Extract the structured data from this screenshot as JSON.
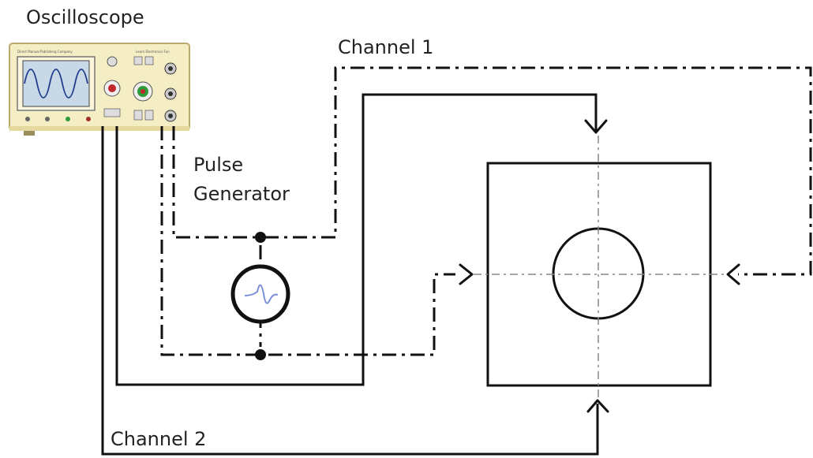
{
  "labels": {
    "oscilloscope": "Oscilloscope",
    "channel1": "Channel 1",
    "channel2": "Channel 2",
    "pulse_line1": "Pulse",
    "pulse_line2": "Generator"
  },
  "colors": {
    "line": "#111111",
    "scope_body": "#f5edc3",
    "scope_screen": "#c8d8e6",
    "scope_trace": "#1f3d8a",
    "pulse_glyph": "#7d8fd8",
    "knob_red": "#c0282d",
    "knob_green": "#2e9a3a"
  },
  "icons": {
    "oscilloscope": "oscilloscope-icon",
    "pulse_generator": "pulse-generator-icon",
    "specimen": "square-plate-with-hole"
  }
}
